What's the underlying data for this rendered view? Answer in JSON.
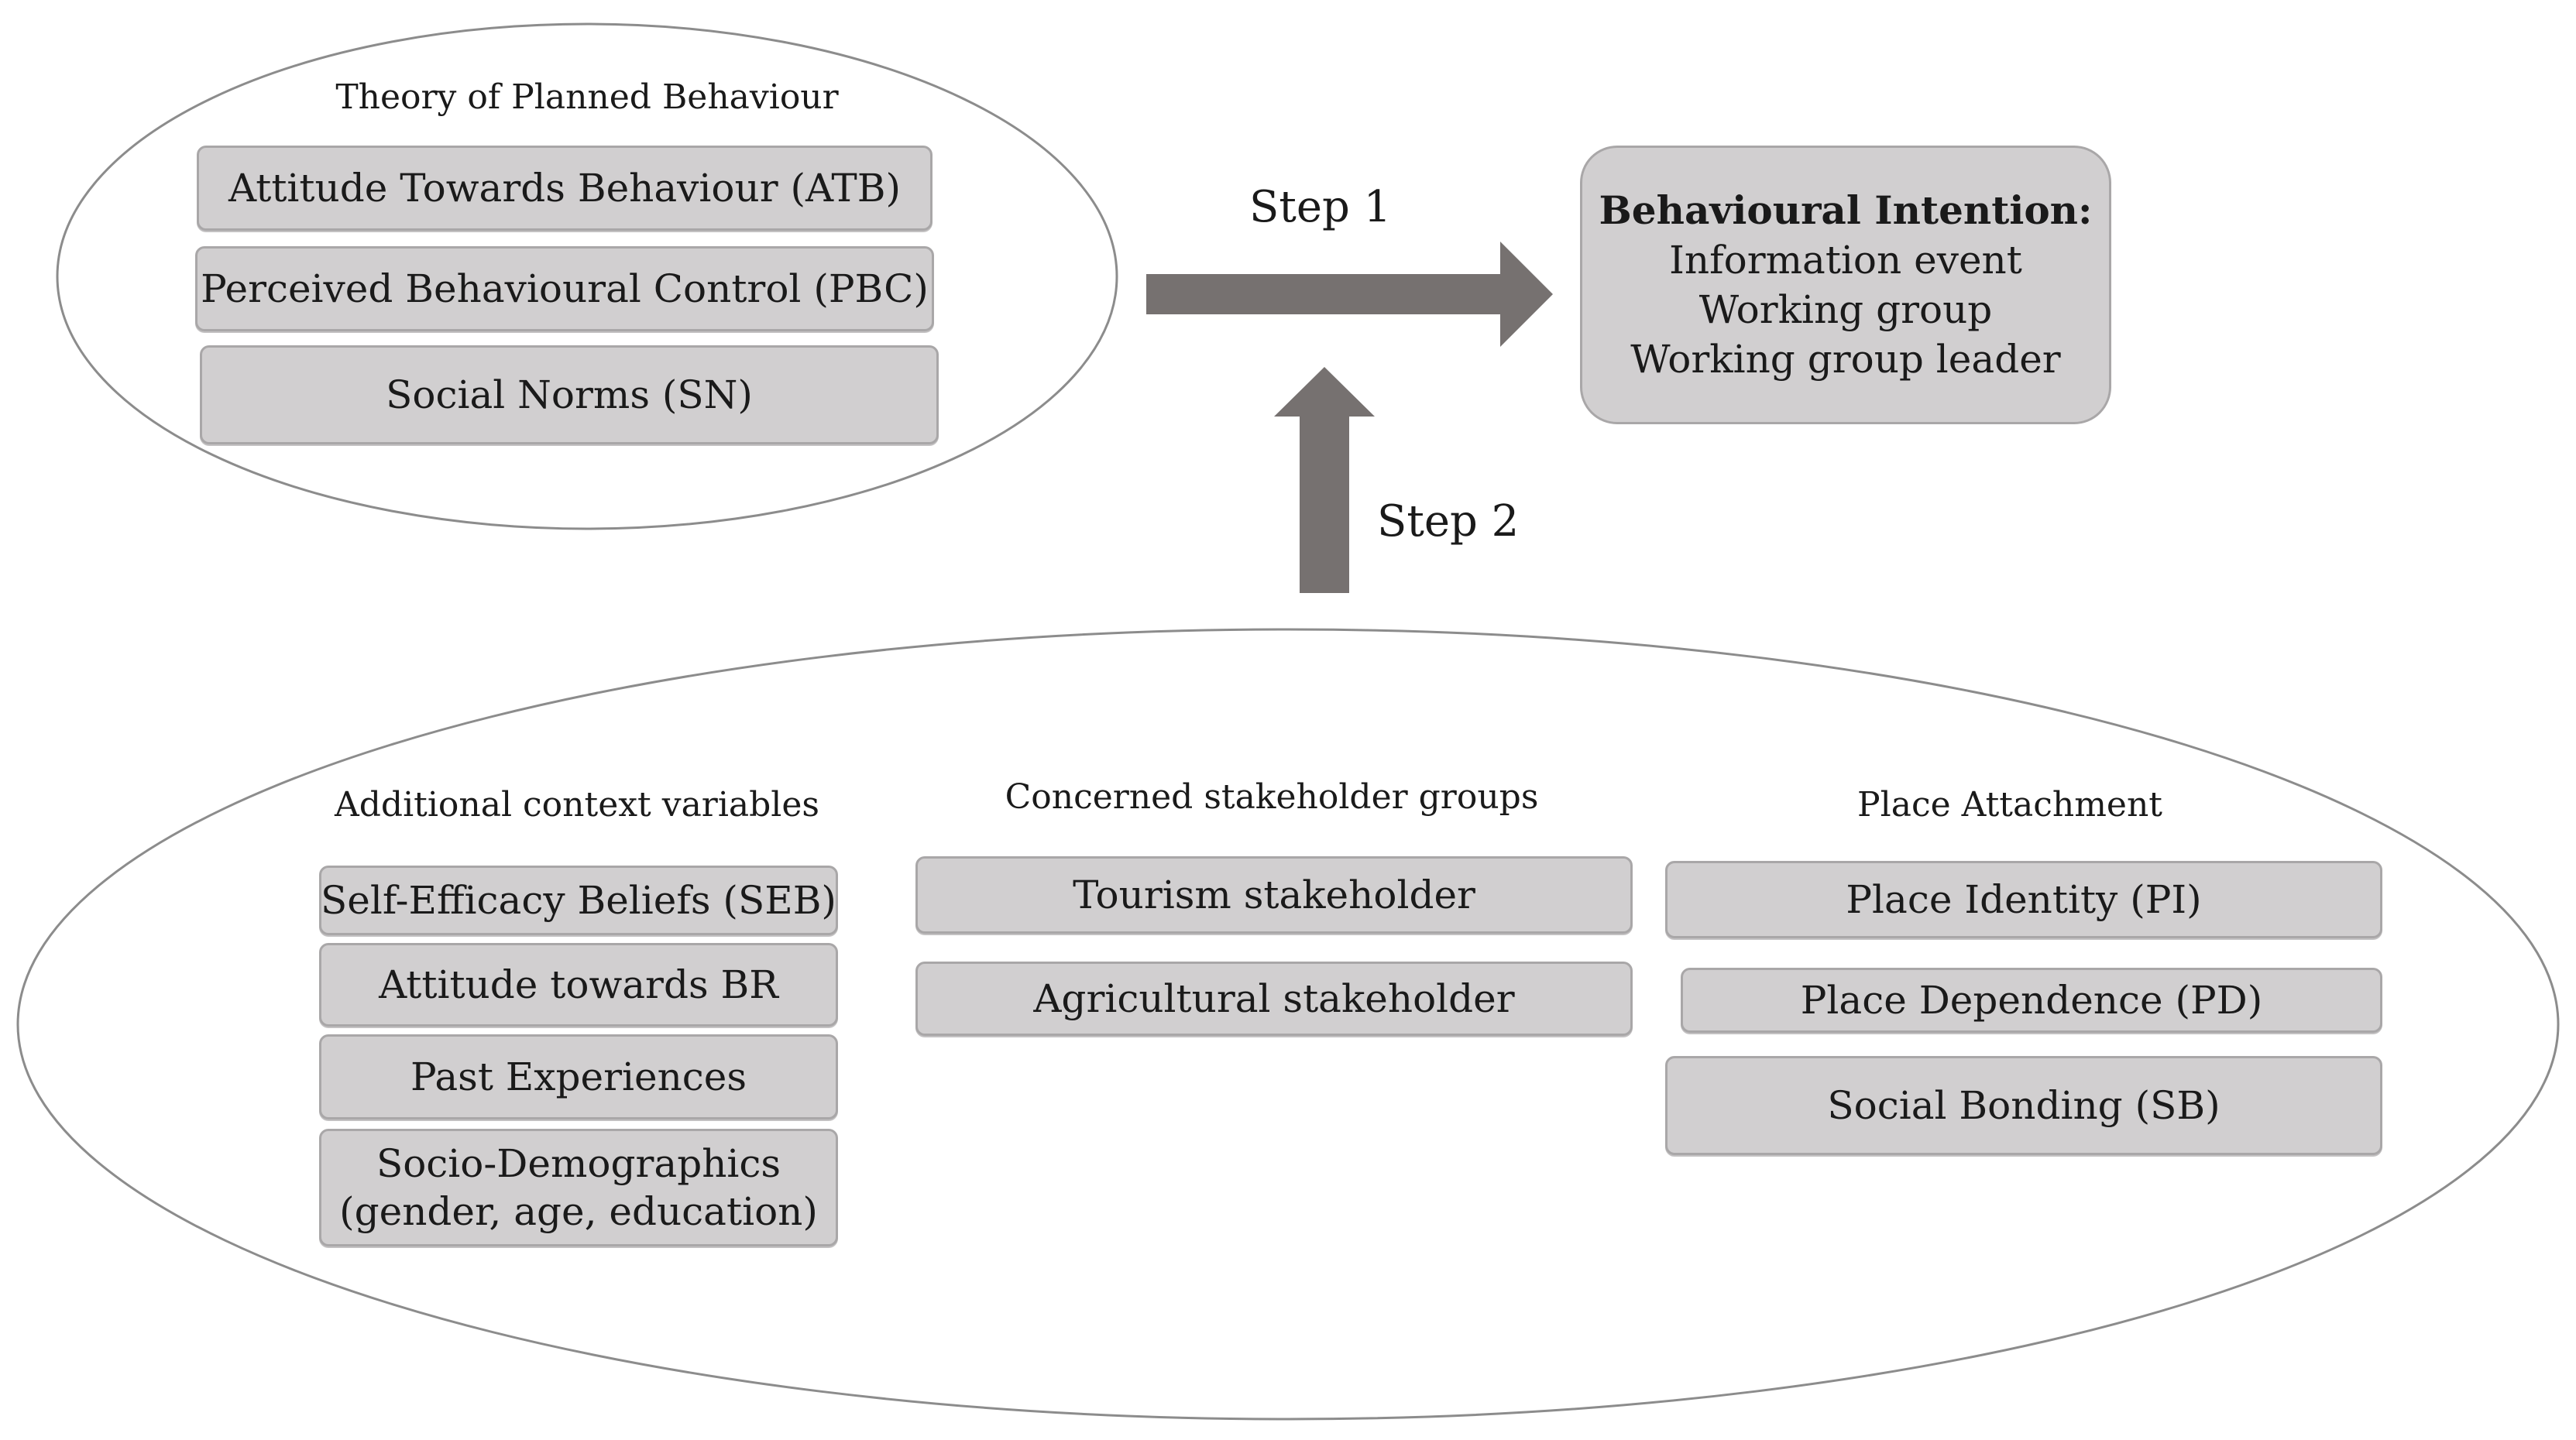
{
  "colors": {
    "box_fill": "#d1cfd0",
    "box_border": "#a9a7a8",
    "arrow": "#767170",
    "ellipse_stroke": "#8c8c8c"
  },
  "tpb": {
    "title": "Theory of Planned Behaviour",
    "items": [
      "Attitude  Towards Behaviour (ATB)",
      "Perceived Behavioural Control (PBC)",
      "Social Norms (SN)"
    ]
  },
  "arrows": {
    "step1": "Step 1",
    "step2": "Step 2"
  },
  "intention": {
    "title": "Behavioural Intention:",
    "lines": [
      "Information event",
      "Working group",
      "Working group leader"
    ]
  },
  "context": {
    "title": "Additional context variables",
    "items": [
      "Self-Efficacy Beliefs (SEB)",
      "Attitude  towards BR",
      "Past Experiences"
    ],
    "socio": {
      "line1": "Socio-Demographics",
      "line2": "(gender,  age, education)"
    }
  },
  "stakeholders": {
    "title": "Concerned stakeholder groups",
    "items": [
      "Tourism stakeholder",
      "Agricultural stakeholder"
    ]
  },
  "place": {
    "title": "Place Attachment",
    "items": [
      "Place Identity  (PI)",
      "Place Dependence  (PD)",
      "Social Bonding  (SB)"
    ]
  }
}
